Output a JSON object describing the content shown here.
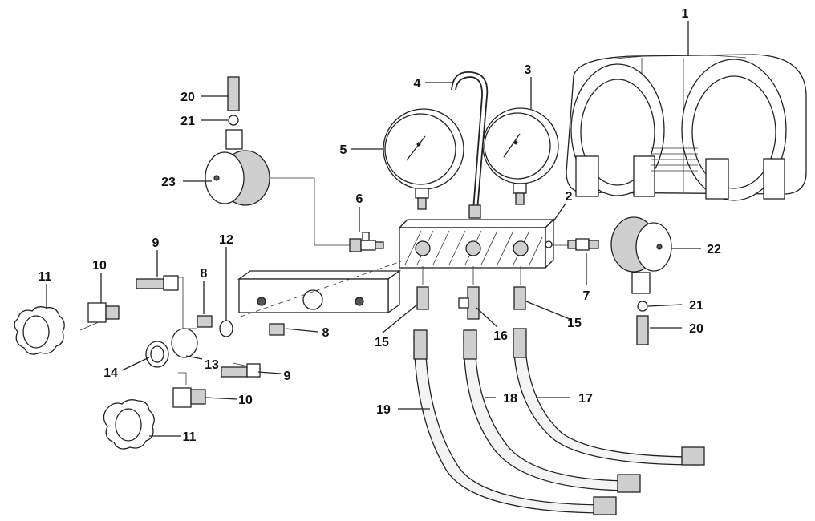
{
  "diagram": {
    "callouts": [
      {
        "id": "c1",
        "label": "1"
      },
      {
        "id": "c2",
        "label": "2"
      },
      {
        "id": "c3",
        "label": "3"
      },
      {
        "id": "c4",
        "label": "4"
      },
      {
        "id": "c5",
        "label": "5"
      },
      {
        "id": "c6",
        "label": "6"
      },
      {
        "id": "c7",
        "label": "7"
      },
      {
        "id": "c8a",
        "label": "8"
      },
      {
        "id": "c8b",
        "label": "8"
      },
      {
        "id": "c9a",
        "label": "9"
      },
      {
        "id": "c9b",
        "label": "9"
      },
      {
        "id": "c10a",
        "label": "10"
      },
      {
        "id": "c10b",
        "label": "10"
      },
      {
        "id": "c11a",
        "label": "11"
      },
      {
        "id": "c11b",
        "label": "11"
      },
      {
        "id": "c12",
        "label": "12"
      },
      {
        "id": "c13",
        "label": "13"
      },
      {
        "id": "c14",
        "label": "14"
      },
      {
        "id": "c15a",
        "label": "15"
      },
      {
        "id": "c15b",
        "label": "15"
      },
      {
        "id": "c16",
        "label": "16"
      },
      {
        "id": "c17",
        "label": "17"
      },
      {
        "id": "c18",
        "label": "18"
      },
      {
        "id": "c19",
        "label": "19"
      },
      {
        "id": "c20a",
        "label": "20"
      },
      {
        "id": "c20b",
        "label": "20"
      },
      {
        "id": "c21a",
        "label": "21"
      },
      {
        "id": "c21b",
        "label": "21"
      },
      {
        "id": "c22",
        "label": "22"
      },
      {
        "id": "c23",
        "label": "23"
      }
    ]
  }
}
